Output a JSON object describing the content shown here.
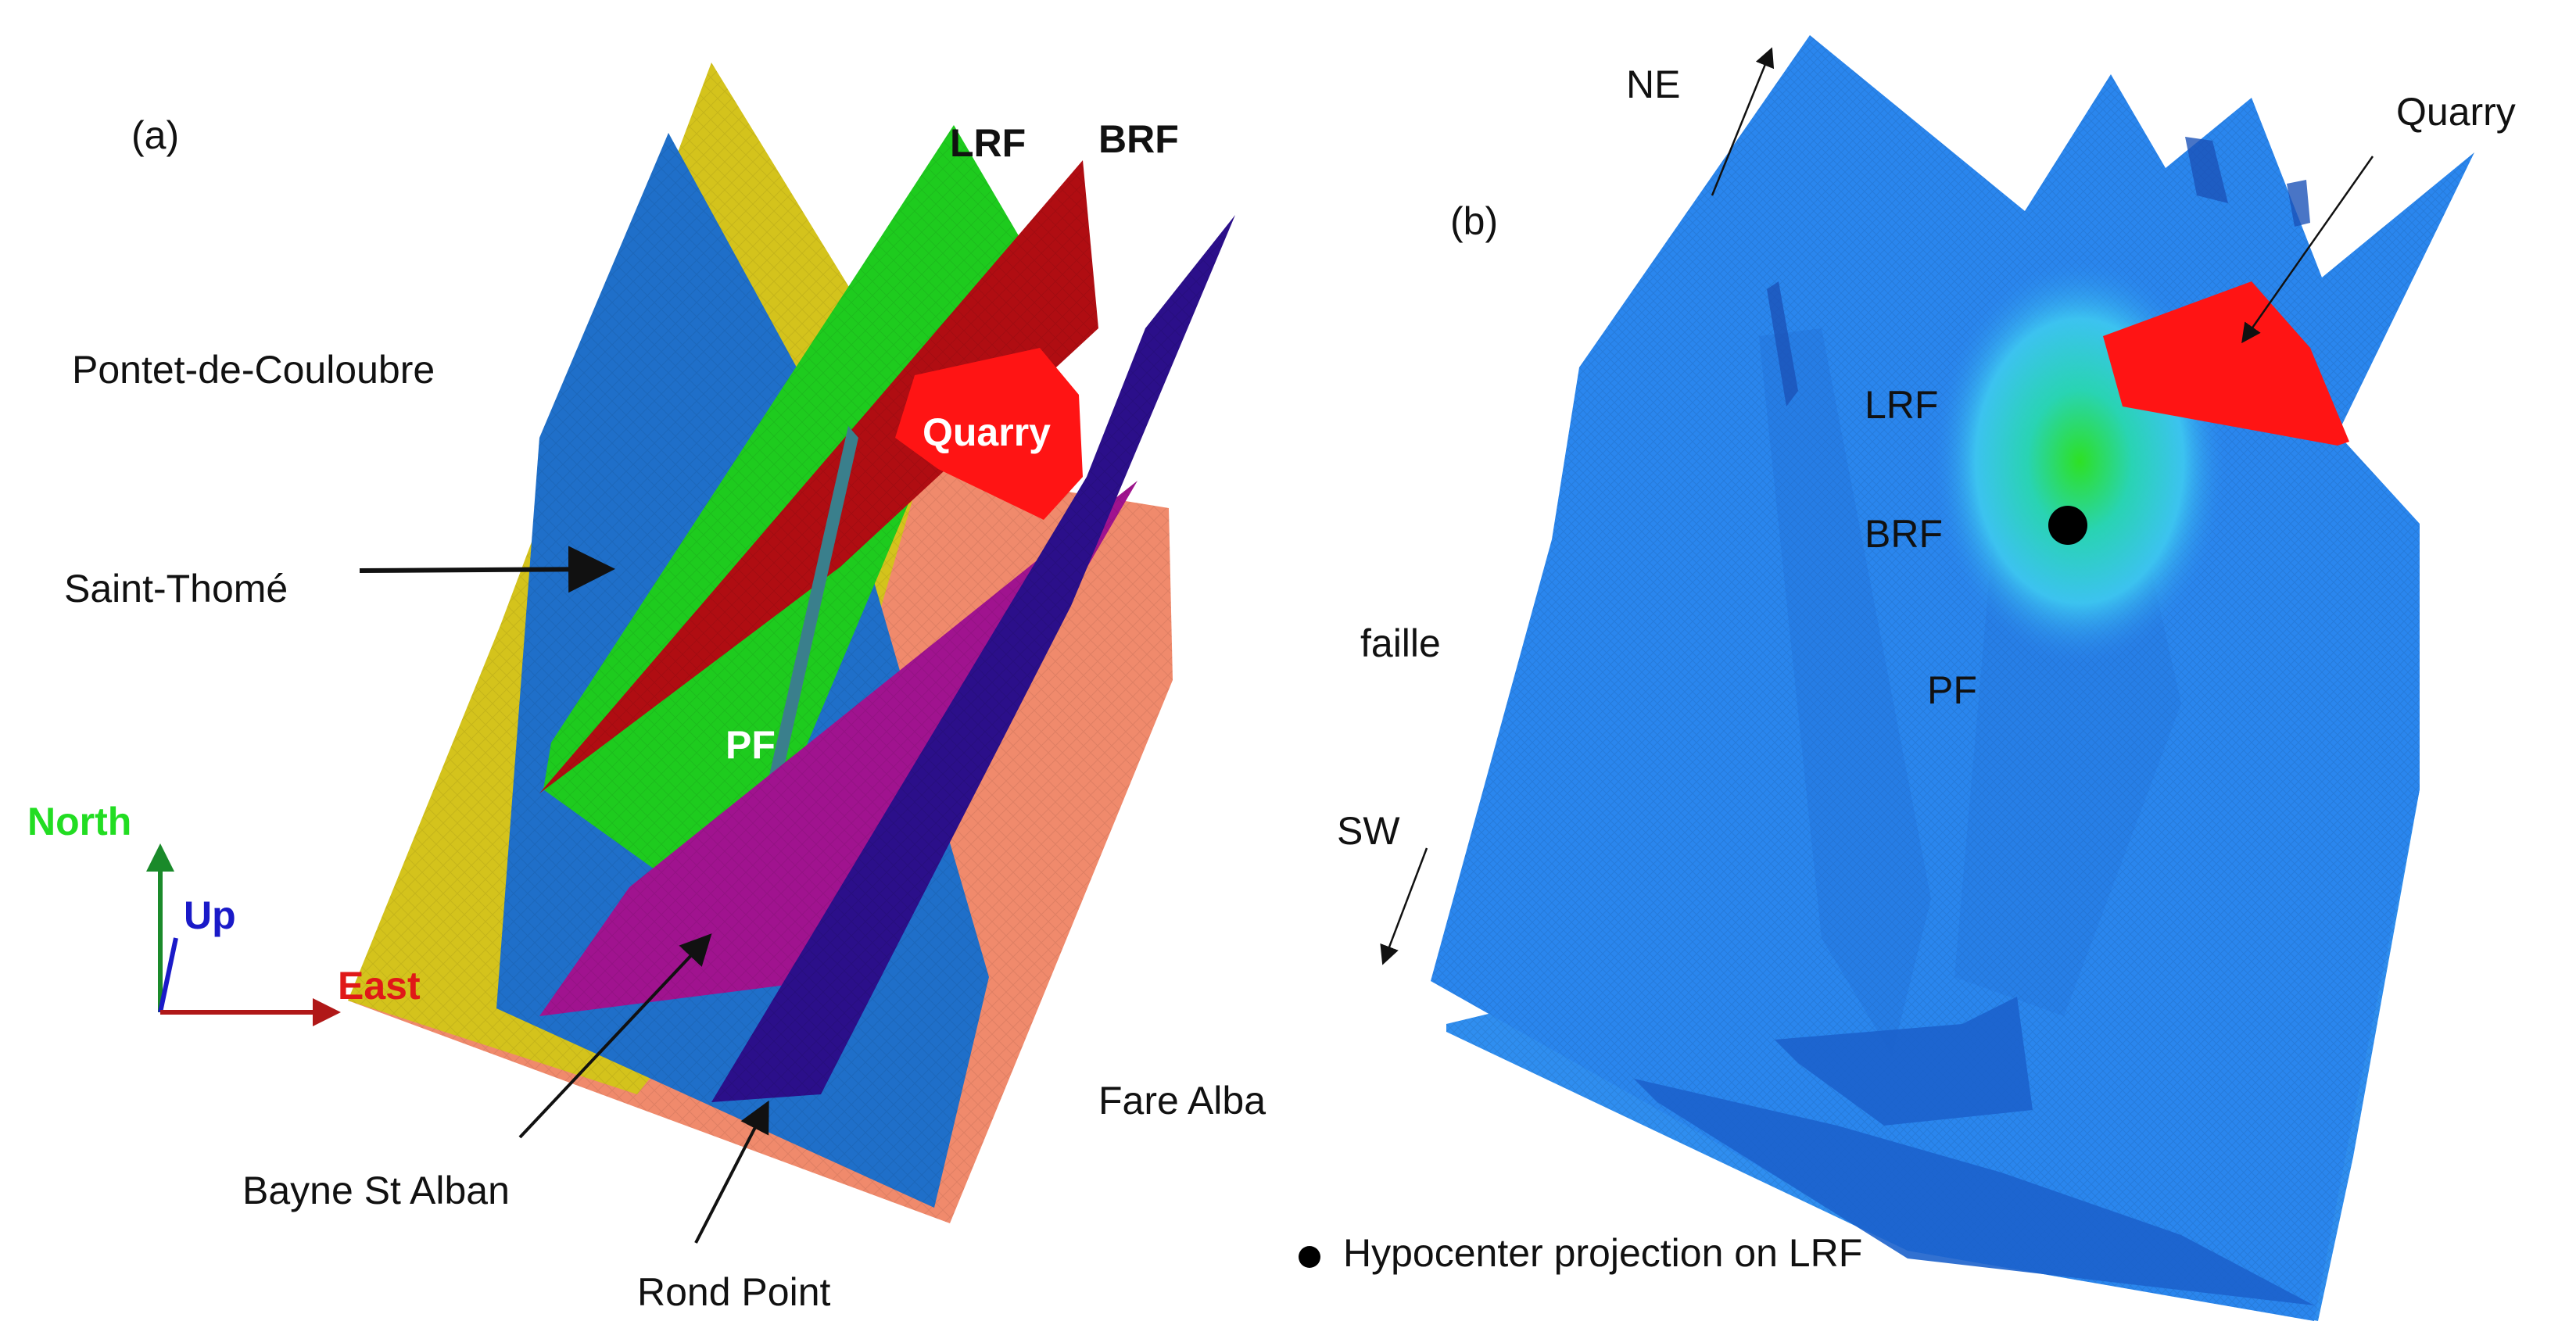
{
  "panels": {
    "a": {
      "panel_label": "(a)",
      "labels": {
        "lrf": "LRF",
        "brf": "BRF",
        "pontet": "Pontet-de-Couloubre",
        "saint_thome": "Saint-Thomé",
        "quarry": "Quarry",
        "pf": "PF",
        "bayne": "Bayne St Alban",
        "rond_point": "Rond Point",
        "fare_alba": "Fare Alba"
      },
      "axes": {
        "north": "North",
        "up": "Up",
        "east": "East"
      }
    },
    "b": {
      "panel_label": "(b)",
      "labels": {
        "ne": "NE",
        "sw": "SW",
        "quarry": "Quarry",
        "lrf": "LRF",
        "brf": "BRF",
        "pf": "PF",
        "faille": "faille"
      },
      "legend": "Hypocenter projection on LRF"
    }
  },
  "colors": {
    "pontet": "#d4c31c",
    "saint_thome": "#1f6fc9",
    "lrf": "#1ecb1e",
    "brf": "#b00d12",
    "quarry": "#ff1414",
    "pf": "#3a7f8c",
    "bayne": "#a0138f",
    "rond_point": "#2b0f8a",
    "fare_alba": "#f08a6c",
    "north": "#22dd22",
    "up": "#1a1ac8",
    "east": "#e01818",
    "mesh_b": "#2a86ee",
    "mesh_b_dark": "#1c62cc"
  }
}
